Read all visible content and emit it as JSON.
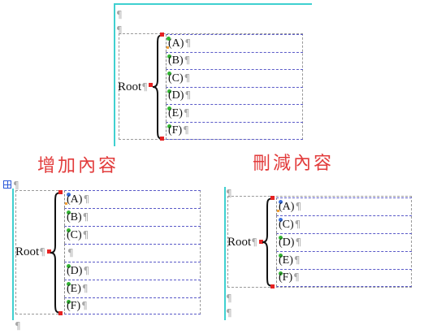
{
  "captions": {
    "add": "增加內容",
    "remove": "刪減內容"
  },
  "pilcrow": "¶",
  "diagrams": {
    "original": {
      "root_label": "Root",
      "items": [
        "(A)",
        "(B)",
        "(C)",
        "(D)",
        "(E)",
        "(F)"
      ]
    },
    "added": {
      "root_label": "Root",
      "items": [
        "(A)",
        "(B)",
        "(C)",
        "",
        "(D)",
        "(E)",
        "(F)"
      ]
    },
    "removed": {
      "root_label": "Root",
      "items": [
        "(A)",
        "(C)",
        "(D)",
        "(E)",
        "(F)"
      ]
    }
  },
  "colors": {
    "caption": "#e23b3b",
    "cyan_edge": "#3fd0d0",
    "row_line": "#5a5ac8",
    "handle_red": "#e52222",
    "dot_green": "#33b533",
    "dot_blue": "#3a6fe0"
  },
  "icons": [
    "table-move-handle-icon",
    "pilcrow-mark-icon",
    "curly-brace-icon"
  ]
}
